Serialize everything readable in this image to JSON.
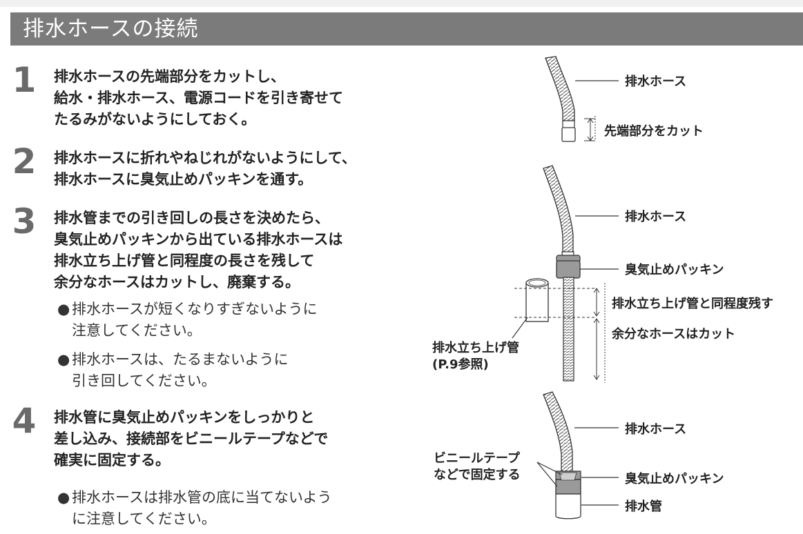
{
  "header": {
    "title": "排水ホースの接続"
  },
  "steps": [
    {
      "number": "1",
      "lines": [
        "排水ホースの先端部分をカットし、",
        "給水・排水ホース、電源コードを引き寄せて",
        "たるみがないようにしておく。"
      ]
    },
    {
      "number": "2",
      "lines": [
        "排水ホースに折れやねじれがないようにして、",
        "排水ホースに臭気止めパッキンを通す。"
      ]
    },
    {
      "number": "3",
      "lines": [
        "排水管までの引き回しの長さを決めたら、",
        "臭気止めパッキンから出ている排水ホースは",
        "排水立ち上げ管と同程度の長さを残して",
        "余分なホースはカットし、廃棄する。"
      ]
    },
    {
      "number": "4",
      "lines": [
        "排水管に臭気止めパッキンをしっかりと",
        "差し込み、接続部をビニールテープなどで",
        "確実に固定する。"
      ]
    }
  ],
  "notes": [
    {
      "bullet": "●",
      "lines": [
        "排水ホースが短くなりすぎないように",
        "注意してください。"
      ]
    },
    {
      "bullet": "●",
      "lines": [
        "排水ホースは、たるまないように",
        "引き回してください。"
      ]
    },
    {
      "bullet": "●",
      "lines": [
        "排水ホースは排水管の底に当てないよう",
        "に注意してください。"
      ]
    }
  ],
  "diagram": {
    "fig1": {
      "hose": "排水ホース",
      "cut_tip": "先端部分をカット"
    },
    "fig2": {
      "hose": "排水ホース",
      "packing": "臭気止めパッキン",
      "leave_same": "排水立ち上げ管と同程度残す",
      "cut_extra": "余分なホースはカット",
      "riser_pipe": "排水立ち上げ管",
      "riser_ref": "(P.9参照)"
    },
    "fig3": {
      "hose": "排水ホース",
      "tape_line1": "ビニールテープ",
      "tape_line2": "などで固定する",
      "packing": "臭気止めパッキン",
      "drain_pipe": "排水管"
    }
  },
  "colors": {
    "header_bg": "#7b7b7b",
    "step_number": "#6a6a6a"
  }
}
